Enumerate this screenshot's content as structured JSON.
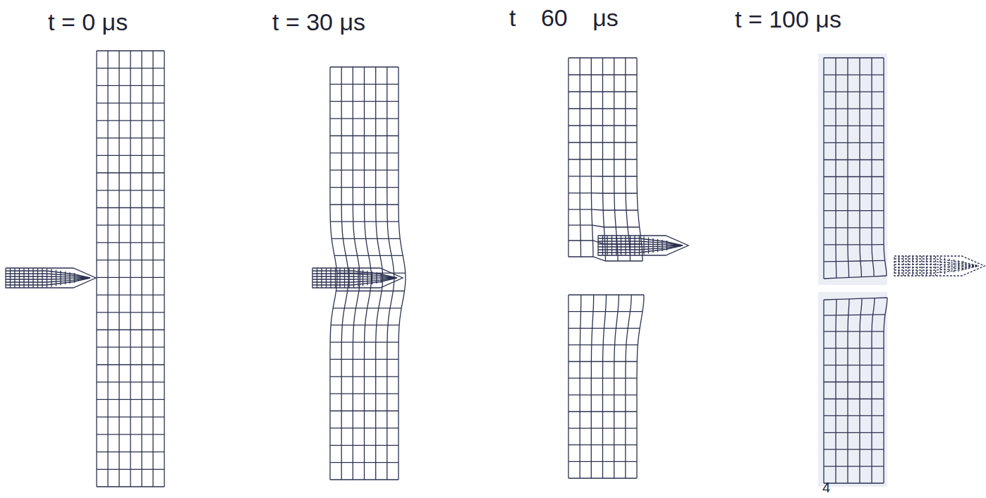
{
  "diagram": {
    "labels": [
      "t = 0 μs",
      "t = 30 μs",
      "t 60 μs",
      "t = 100 μs",
      "4"
    ]
  }
}
